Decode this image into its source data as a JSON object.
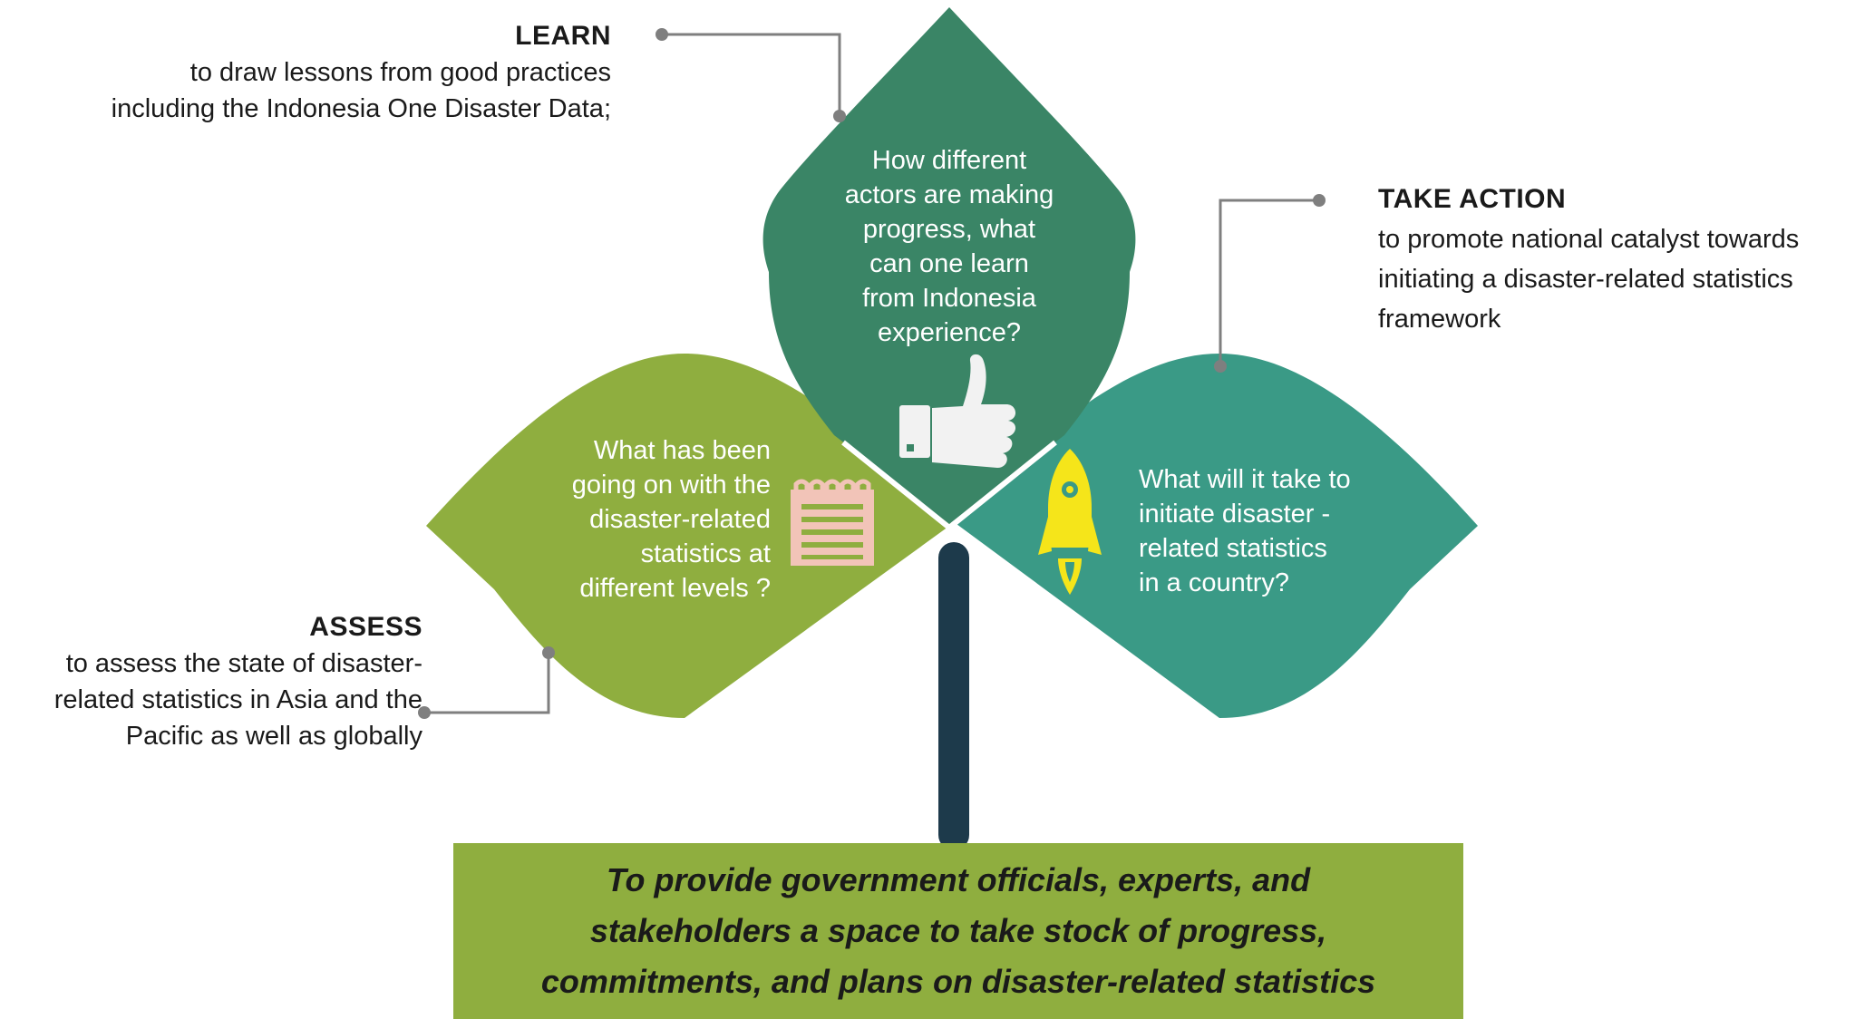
{
  "learn": {
    "title": "LEARN",
    "desc_lines": [
      "to draw lessons from good practices",
      "including the Indonesia One Disaster Data;"
    ]
  },
  "take_action": {
    "title": "TAKE ACTION",
    "desc_lines": [
      "to promote national catalyst towards",
      "initiating a disaster-related statistics",
      "framework"
    ]
  },
  "assess": {
    "title": "ASSESS",
    "desc_lines": [
      "to assess the state of disaster-",
      "related statistics in Asia and the",
      "Pacific as well as globally"
    ]
  },
  "leaf_top": {
    "lines": [
      "How different",
      "actors are making",
      "progress, what",
      "can one learn",
      "from Indonesia",
      "experience?"
    ],
    "icon": "thumbs-up-icon",
    "color": "#3a8566"
  },
  "leaf_left": {
    "lines": [
      "What has been",
      "going on with the",
      "disaster-related",
      "statistics at",
      "different levels ?"
    ],
    "icon": "notepad-icon",
    "color": "#8fae3f"
  },
  "leaf_right": {
    "lines": [
      "What will it take to",
      "initiate disaster -",
      "related statistics",
      "in a country?"
    ],
    "icon": "rocket-icon",
    "color": "#3a9a86"
  },
  "stem_color": "#1d3a4b",
  "goal": {
    "lines": [
      "To provide government officials, experts, and",
      "stakeholders a space to take stock of progress,",
      "commitments, and plans on disaster-related statistics"
    ],
    "color": "#8fae3f"
  }
}
